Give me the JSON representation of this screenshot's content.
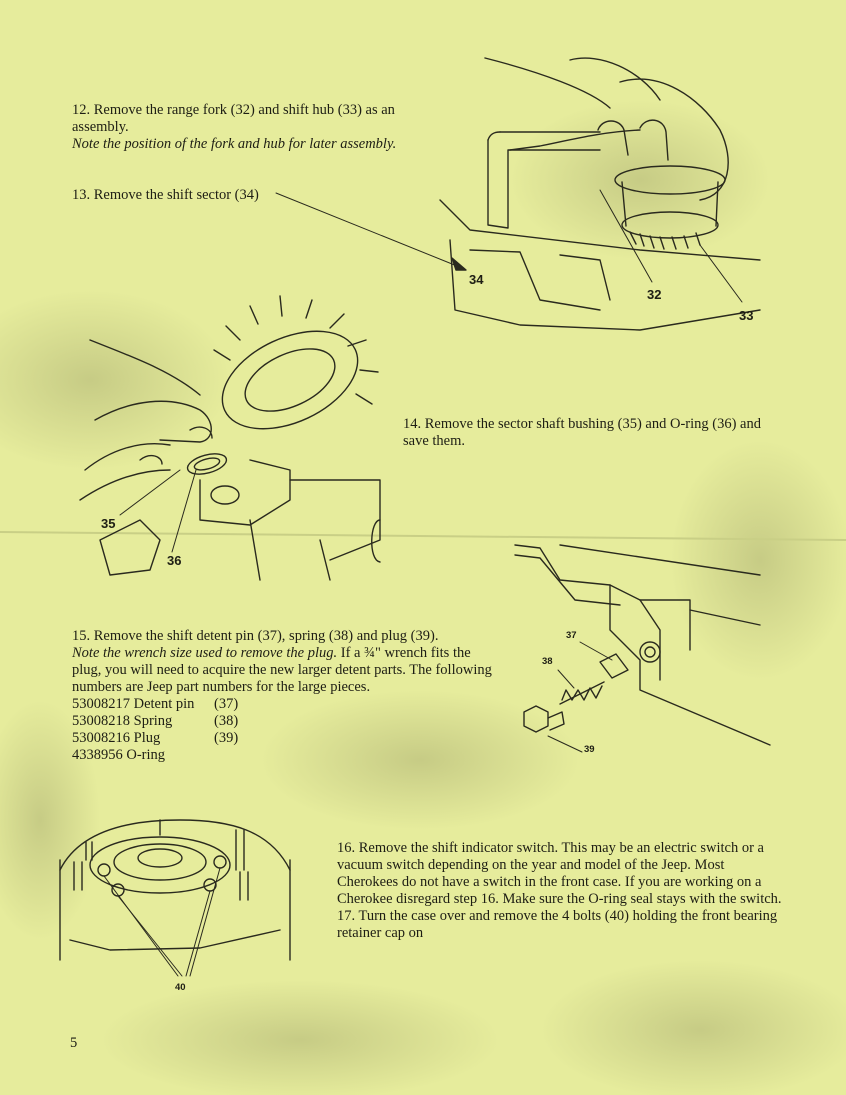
{
  "page": {
    "number": "5"
  },
  "steps": {
    "s12": {
      "text": "12. Remove the range fork (32) and shift hub (33) as an assembly.",
      "note": "Note the position of the fork and hub for later assembly."
    },
    "s13": {
      "text": "13. Remove the shift sector (34)"
    },
    "s14": {
      "text": "14. Remove the sector shaft bushing (35) and O-ring (36) and save them."
    },
    "s15": {
      "text": "15. Remove the shift detent pin (37), spring (38) and plug (39).",
      "note": "Note the wrench size used to remove the plug.",
      "note_rest": " If a ¾\" wrench fits the plug, you will need to acquire the new larger detent parts. The following numbers are Jeep part numbers for the large pieces.",
      "parts": [
        {
          "part": "53008217 Detent pin",
          "ref": "(37)"
        },
        {
          "part": "53008218 Spring",
          "ref": "(38)"
        },
        {
          "part": "53008216 Plug",
          "ref": "(39)"
        },
        {
          "part": "4338956 O-ring",
          "ref": ""
        }
      ]
    },
    "s16": {
      "text": "16. Remove the shift indicator switch. This may be an electric switch or a vacuum switch depending on the year and model of the Jeep. Most Cherokees do not have a switch in the front case. If you are working on a Cherokee disregard step 16. Make sure the O-ring seal stays with the switch."
    },
    "s17": {
      "text": "17. Turn the case over and remove the 4 bolts (40) holding the front bearing retainer cap on"
    }
  },
  "callouts": {
    "c32": "32",
    "c33": "33",
    "c34": "34",
    "c35": "35",
    "c36": "36",
    "c37": "37",
    "c38": "38",
    "c39": "39",
    "c40": "40"
  },
  "colors": {
    "paper": "#e6ec9c",
    "ink": "#1e1e14",
    "stain": "#8c8f5a"
  }
}
